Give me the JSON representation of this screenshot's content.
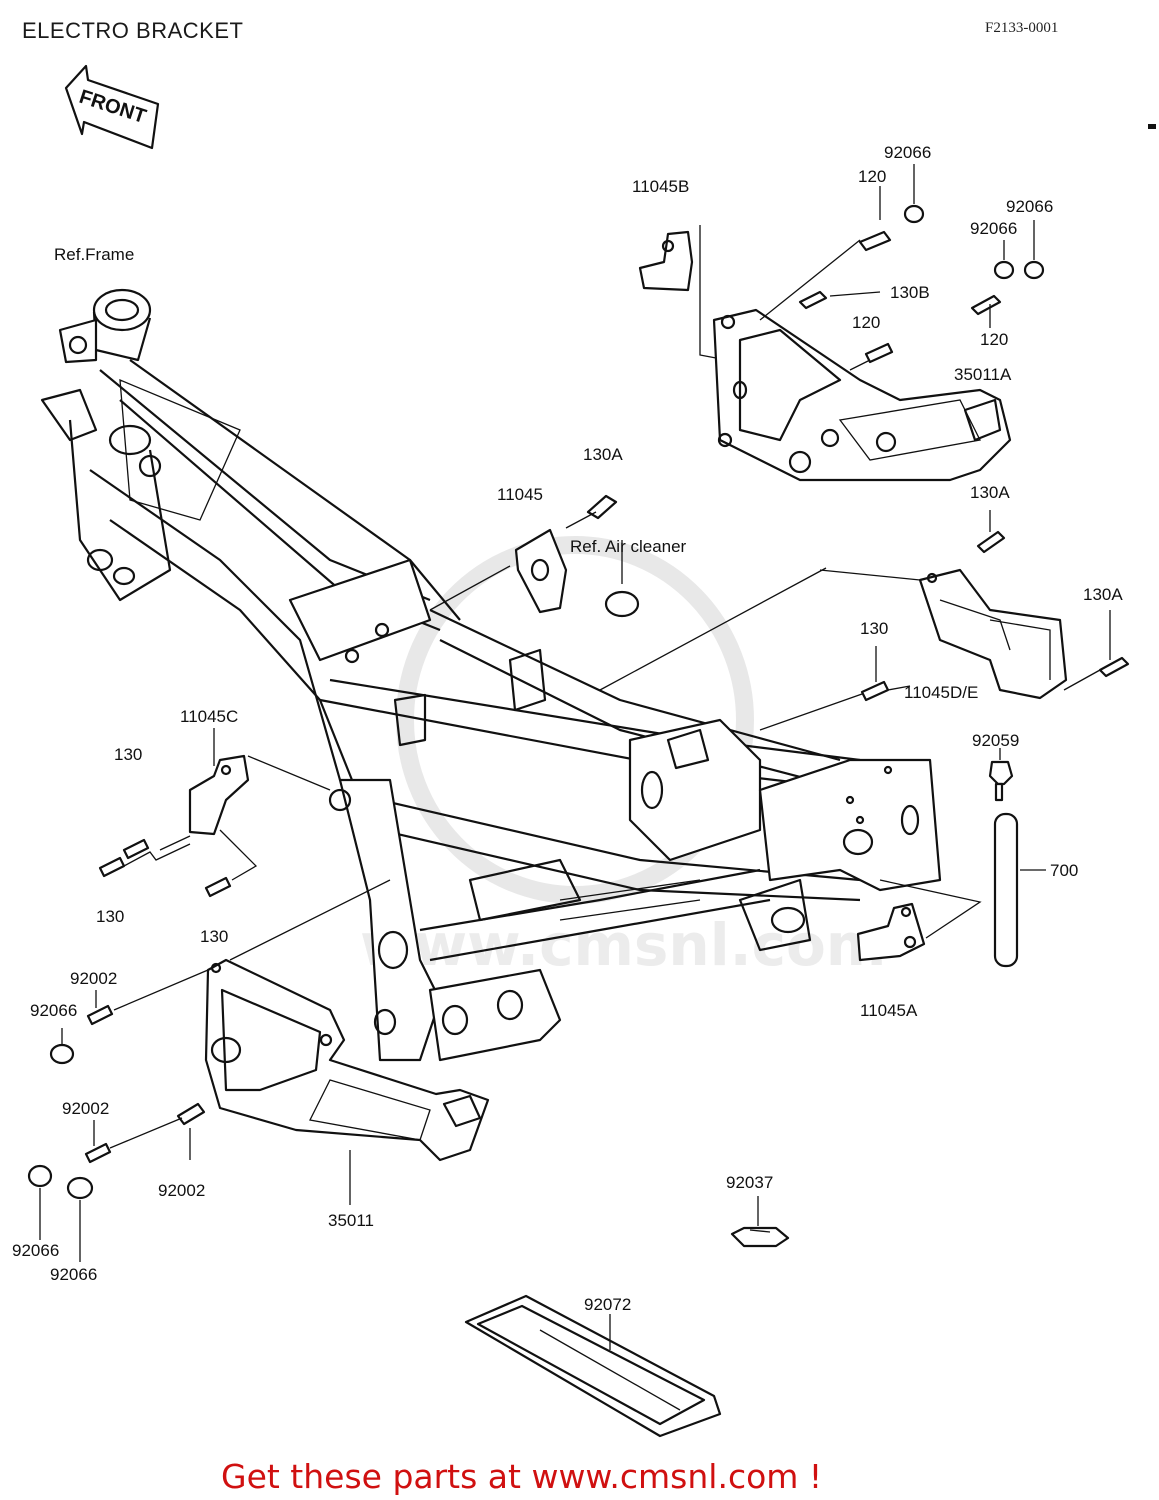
{
  "title": "ELECTRO BRACKET",
  "figure_code": "F2133-0001",
  "front_label": "FRONT",
  "watermark_text": "www.cmsnl.com",
  "promo_text": "Get these parts at www.cmsnl.com !",
  "colors": {
    "promo": "#d01010",
    "line": "#111111",
    "watermark": "#ececec"
  },
  "labels": {
    "ref_frame": "Ref.Frame",
    "ref_air_cleaner": "Ref. Air cleaner",
    "p11045B": "11045B",
    "p120_top": "120",
    "p92066_top": "92066",
    "p92066_r1": "92066",
    "p92066_r2": "92066",
    "p130B": "130B",
    "p120_mid": "120",
    "p120_right": "120",
    "p35011A": "35011A",
    "p130A_top": "130A",
    "p11045": "11045",
    "p130A_right": "130A",
    "p130A_far": "130A",
    "p130_mid": "130",
    "p11045DE": "11045D/E",
    "p11045C": "11045C",
    "p130_left1": "130",
    "p130_left2": "130",
    "p130_left3": "130",
    "p92059": "92059",
    "p700": "700",
    "p92002_a": "92002",
    "p92066_l1": "92066",
    "p11045A": "11045A",
    "p92002_b": "92002",
    "p92002_c": "92002",
    "p35011": "35011",
    "p92037": "92037",
    "p92066_bl1": "92066",
    "p92066_bl2": "92066",
    "p92072": "92072"
  }
}
